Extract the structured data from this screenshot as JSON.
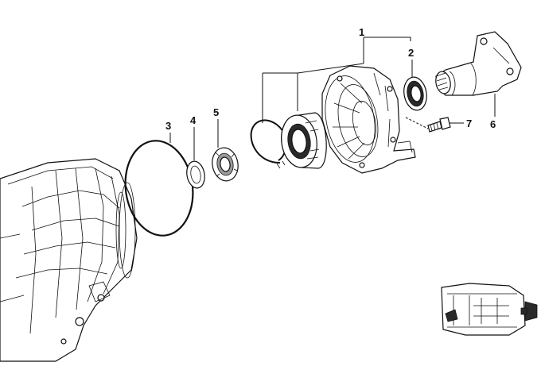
{
  "diagram": {
    "callouts": [
      "1",
      "2",
      "3",
      "4",
      "5",
      "6",
      "7"
    ]
  },
  "icons": {
    "locator": "transmission-locator-icon"
  }
}
